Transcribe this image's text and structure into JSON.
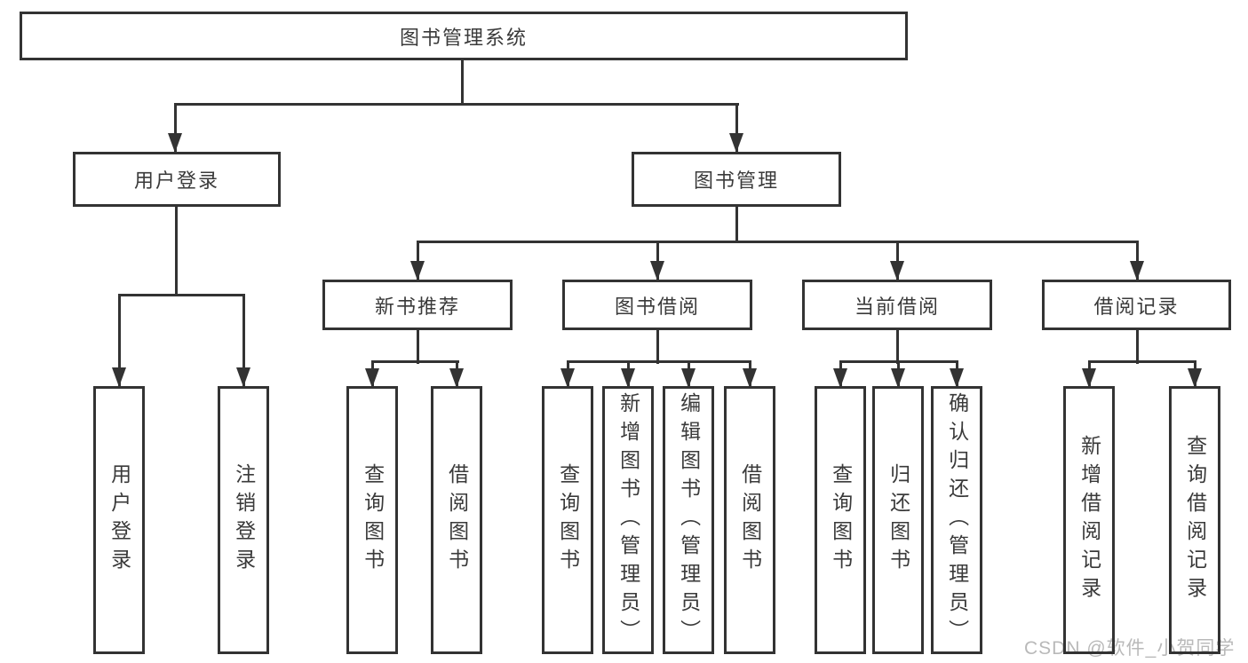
{
  "tree": {
    "root": {
      "label": "图书管理系统"
    },
    "children": [
      {
        "label": "用户登录",
        "leaves": [
          {
            "label": "用户登录"
          },
          {
            "label": "注销登录"
          }
        ]
      },
      {
        "label": "图书管理",
        "children": [
          {
            "label": "新书推荐",
            "leaves": [
              {
                "label": "查询图书"
              },
              {
                "label": "借阅图书"
              }
            ]
          },
          {
            "label": "图书借阅",
            "leaves": [
              {
                "label": "查询图书"
              },
              {
                "label": "新增图书（管理员）"
              },
              {
                "label": "编辑图书（管理员）"
              },
              {
                "label": "借阅图书"
              }
            ]
          },
          {
            "label": "当前借阅",
            "leaves": [
              {
                "label": "查询图书"
              },
              {
                "label": "归还图书"
              },
              {
                "label": "确认归还（管理员）"
              }
            ]
          },
          {
            "label": "借阅记录",
            "leaves": [
              {
                "label": "新增借阅记录"
              },
              {
                "label": "查询借阅记录"
              }
            ]
          }
        ]
      }
    ]
  },
  "watermark": {
    "text": "CSDN @软件_小贺同学"
  },
  "colors": {
    "line": "#333333",
    "text": "#3a3a3a",
    "background": "#ffffff",
    "watermark": "#b9b9b9"
  }
}
